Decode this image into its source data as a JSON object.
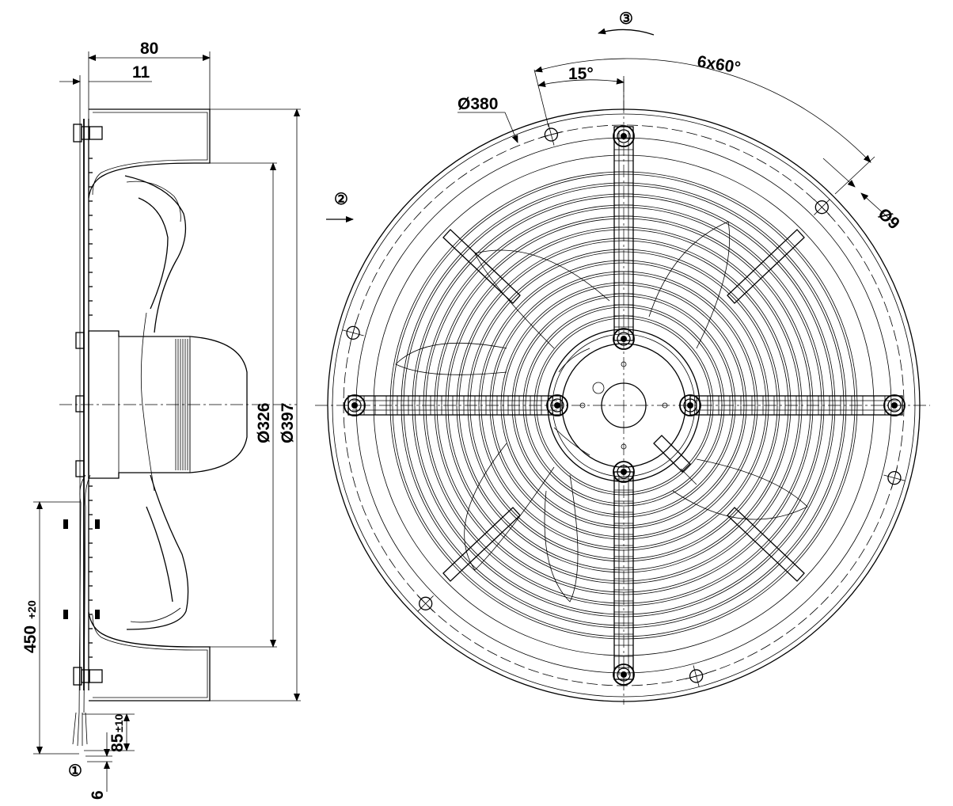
{
  "drawing": {
    "side_view": {
      "dim_axial_length": "80",
      "dim_flange": "11",
      "dim_blade_diameter": "Ø326",
      "dim_outer_diameter": "Ø397",
      "dim_cable_length": "450",
      "dim_cable_length_tol": "+20",
      "dim_strip_length": "85",
      "dim_strip_tol": "±10",
      "dim_wire_end": "6",
      "marker_cable": "①"
    },
    "front_view": {
      "dim_bolt_circle": "Ø380",
      "dim_angle_offset": "15°",
      "dim_hole_pattern": "6x60°",
      "dim_hole_diameter": "Ø9",
      "marker_airflow": "②",
      "marker_rotation": "③"
    }
  }
}
